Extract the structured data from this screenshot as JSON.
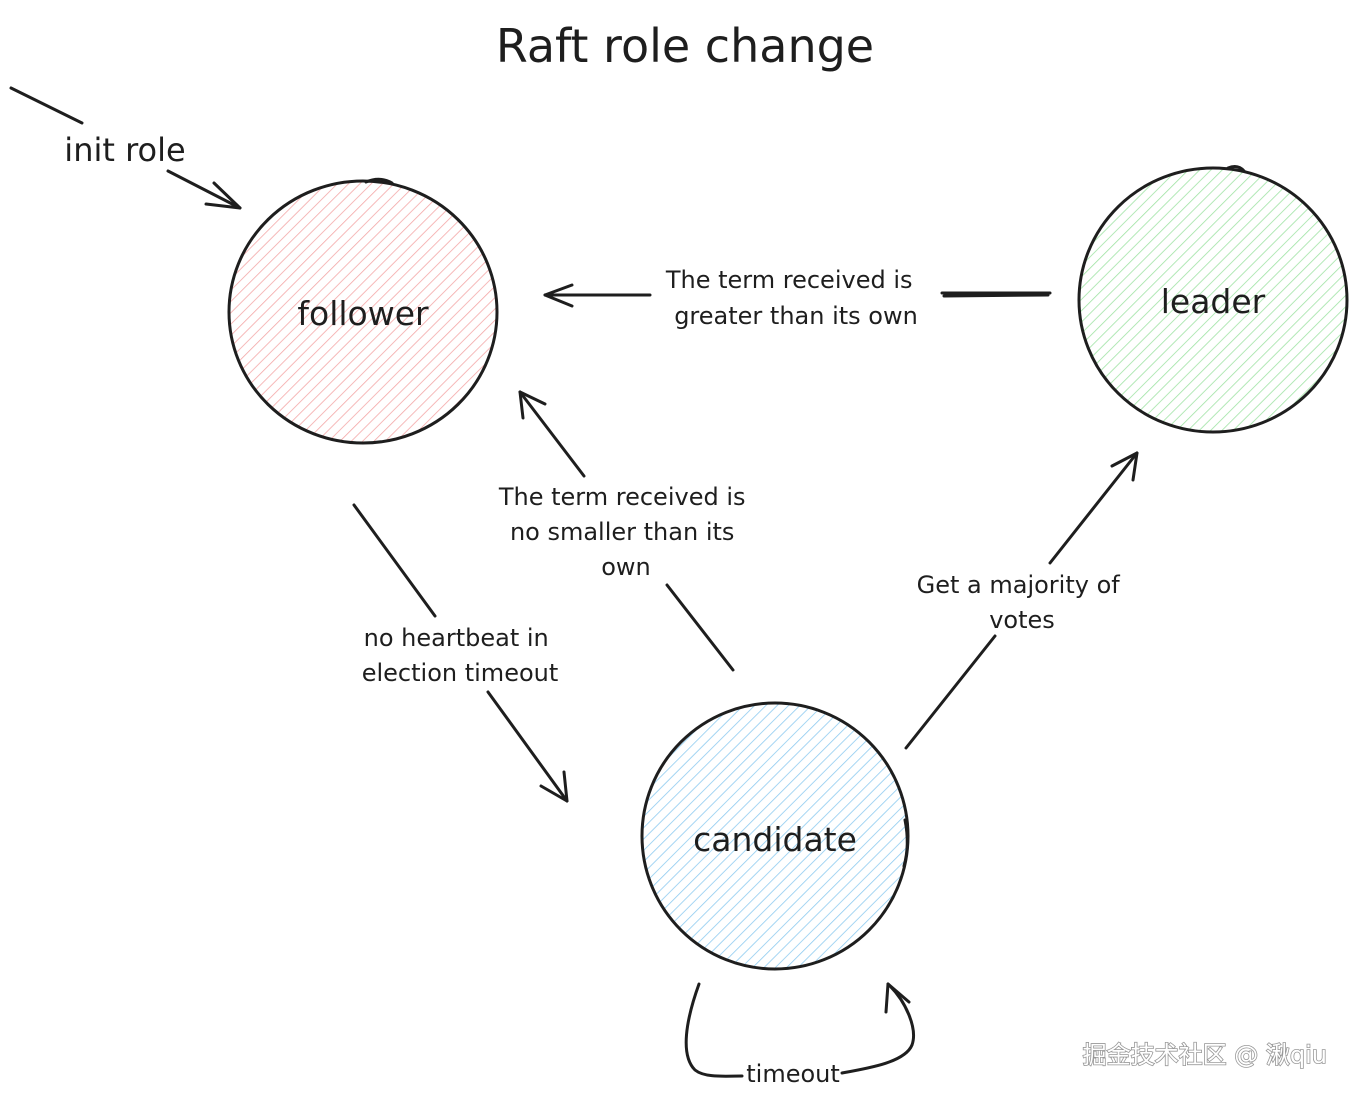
{
  "title": "Raft role change",
  "colors": {
    "stroke": "#1e1e1e",
    "follower_hatch": "#f4a7a7",
    "leader_hatch": "#9fe3a4",
    "candidate_hatch": "#8ecbf0"
  },
  "nodes": {
    "follower": {
      "label": "follower"
    },
    "leader": {
      "label": "leader"
    },
    "candidate": {
      "label": "candidate"
    }
  },
  "edges": {
    "init": {
      "label": "init role"
    },
    "leader_to_follower": {
      "lines": [
        "The term received is",
        "greater than its own"
      ]
    },
    "candidate_to_follower": {
      "lines": [
        "The term received is",
        "no smaller than its",
        "own"
      ]
    },
    "follower_to_candidate": {
      "lines": [
        "no heartbeat in",
        "election timeout"
      ]
    },
    "candidate_to_leader": {
      "lines": [
        "Get a majority of",
        "votes"
      ]
    },
    "candidate_self": {
      "label": "timeout"
    }
  },
  "watermark": "掘金技术社区 @ 湫qiu"
}
